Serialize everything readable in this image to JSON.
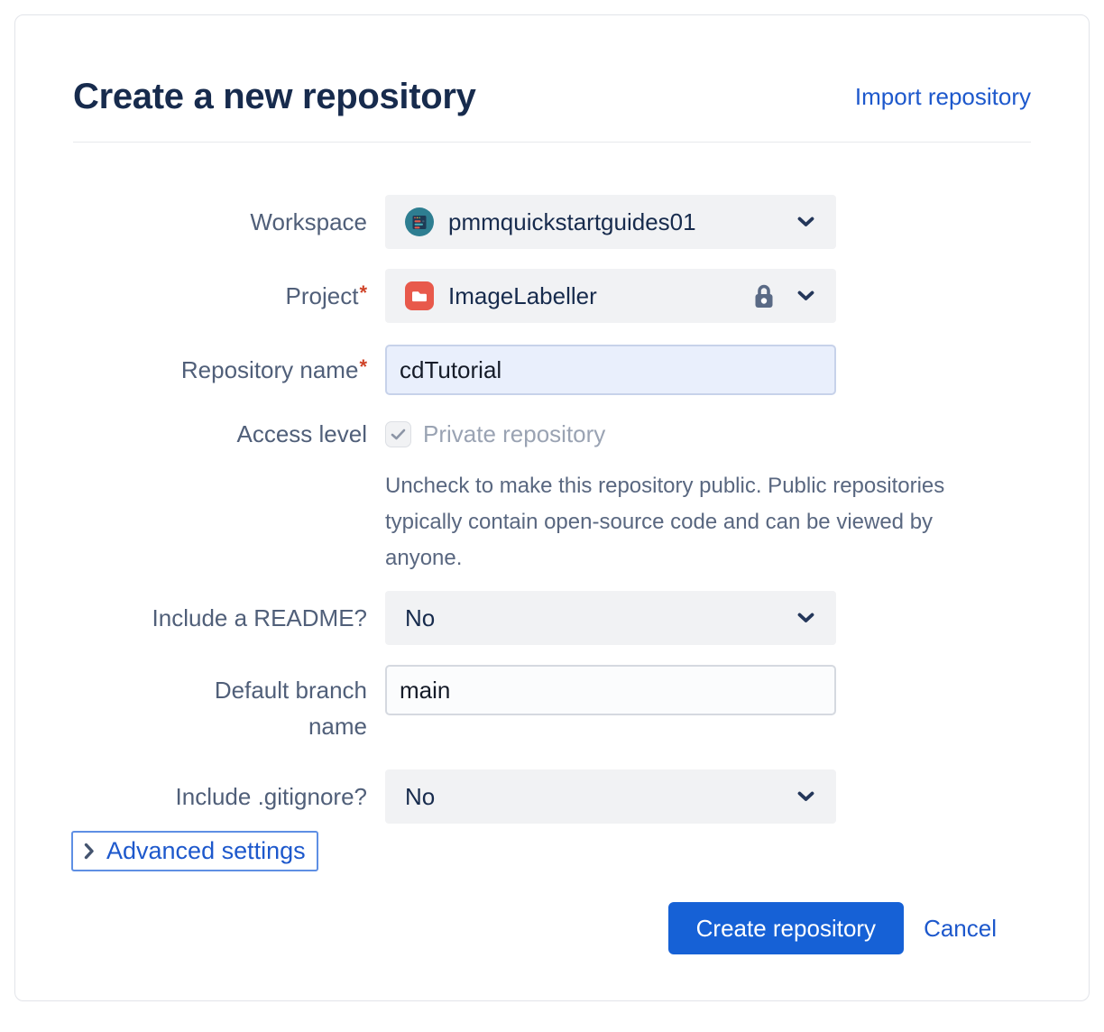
{
  "header": {
    "title": "Create a new repository",
    "import_link": "Import repository"
  },
  "form": {
    "workspace": {
      "label": "Workspace",
      "value": "pmmquickstartguides01",
      "icon": "workspace-avatar-icon"
    },
    "project": {
      "label": "Project",
      "required": "*",
      "value": "ImageLabeller",
      "icons": [
        "project-avatar-icon",
        "lock-icon",
        "chevron-down-icon"
      ]
    },
    "repository_name": {
      "label": "Repository name",
      "required": "*",
      "value": "cdTutorial"
    },
    "access_level": {
      "label": "Access level",
      "checkbox_label": "Private repository",
      "checked": true,
      "help_text": "Uncheck to make this repository public. Public repositories typically contain open-source code and can be viewed by anyone."
    },
    "readme": {
      "label": "Include a README?",
      "value": "No"
    },
    "default_branch": {
      "label": "Default branch name",
      "value": "main"
    },
    "gitignore": {
      "label": "Include .gitignore?",
      "value": "No"
    },
    "advanced_settings": {
      "label": "Advanced settings"
    }
  },
  "actions": {
    "create": "Create repository",
    "cancel": "Cancel"
  },
  "colors": {
    "title_text": "#172B4D",
    "label_text": "#505F79",
    "link_blue": "#1D58CC",
    "button_blue": "#1661D6",
    "field_bg": "#F1F2F4",
    "focused_input_bg": "#E9EFFC",
    "required_red": "#CF4328",
    "disabled_text": "#9AA3B3",
    "help_text": "#596780",
    "workspace_avatar_teal": "#2E7E91",
    "project_avatar_red": "#E8594B",
    "focus_ring_blue": "#5E8FE4",
    "chevron_navy": "#24375A",
    "lock_gray": "#5A6A85"
  }
}
